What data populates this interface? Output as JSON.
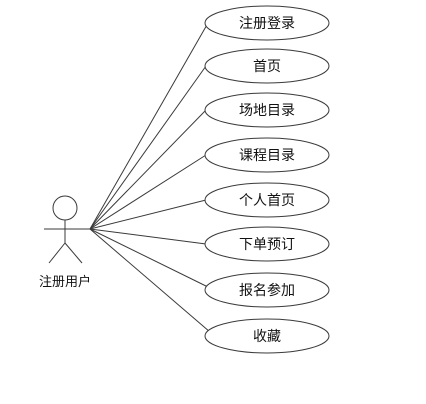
{
  "actor": {
    "label": "注册用户"
  },
  "use_cases": [
    {
      "label": "注册登录"
    },
    {
      "label": "首页"
    },
    {
      "label": "场地目录"
    },
    {
      "label": "课程目录"
    },
    {
      "label": "个人首页"
    },
    {
      "label": "下单预订"
    },
    {
      "label": "报名参加"
    },
    {
      "label": "收藏"
    }
  ],
  "colors": {
    "stroke": "#3a3a3a",
    "fill": "#ffffff",
    "text": "#111111"
  }
}
